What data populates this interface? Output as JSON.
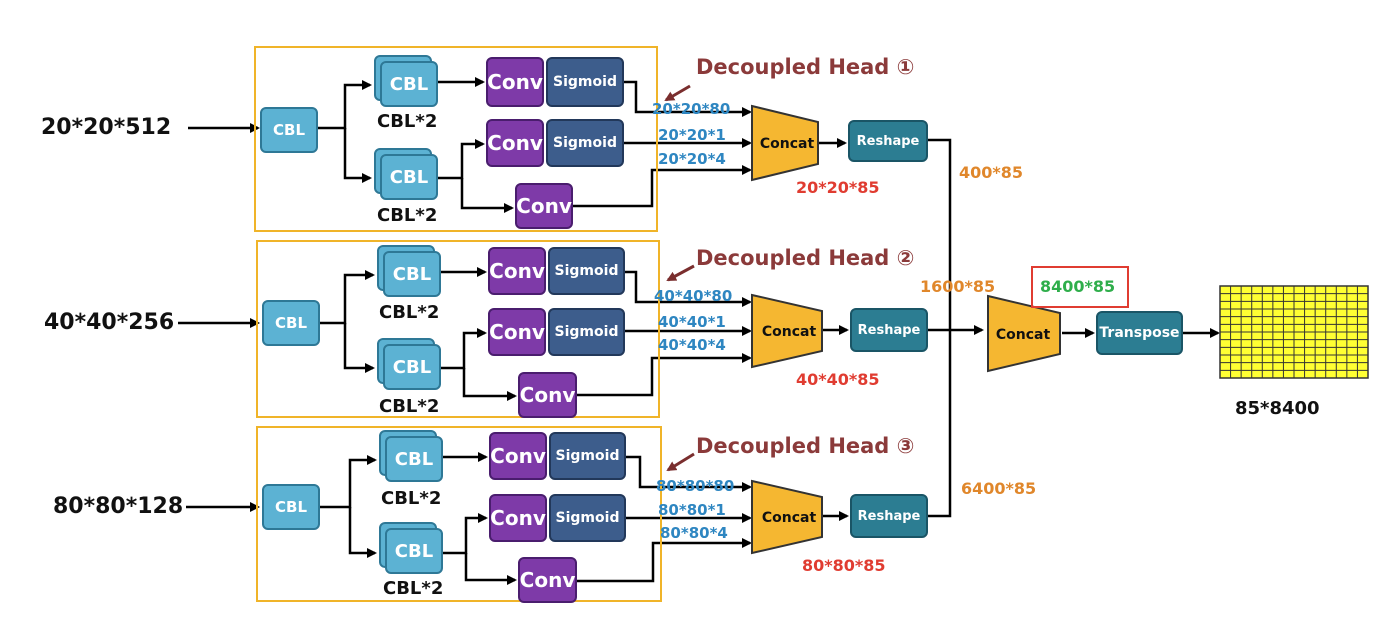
{
  "inputs": [
    "20*20*512",
    "40*40*256",
    "80*80*128"
  ],
  "cbl_label": "CBL",
  "cbl_repeat_label": "CBL*2",
  "conv_label": "Conv",
  "sigmoid_label": "Sigmoid",
  "concat_label": "Concat",
  "reshape_label": "Reshape",
  "transpose_label": "Transpose",
  "heads": [
    {
      "title": "Decoupled Head ①",
      "cls": "20*20*80",
      "obj": "20*20*1",
      "reg": "20*20*4",
      "concat_out": "20*20*85",
      "reshape_out": "400*85"
    },
    {
      "title": "Decoupled Head ②",
      "cls": "40*40*80",
      "obj": "40*40*1",
      "reg": "40*40*4",
      "concat_out": "40*40*85",
      "reshape_out": "1600*85"
    },
    {
      "title": "Decoupled Head ③",
      "cls": "80*80*80",
      "obj": "80*80*1",
      "reg": "80*80*4",
      "concat_out": "80*80*85",
      "reshape_out": "6400*85"
    }
  ],
  "final_concat_out": "8400*85",
  "output_label": "85*8400",
  "colors": {
    "frame": "#f0b429",
    "concat_fill": "#f5b731",
    "tensor_text": "#2e86c1",
    "concat_out_text": "#e03c31",
    "reshape_out_text": "#e0872b",
    "final_text": "#2fae4b",
    "grid_fill": "#ffff33"
  }
}
